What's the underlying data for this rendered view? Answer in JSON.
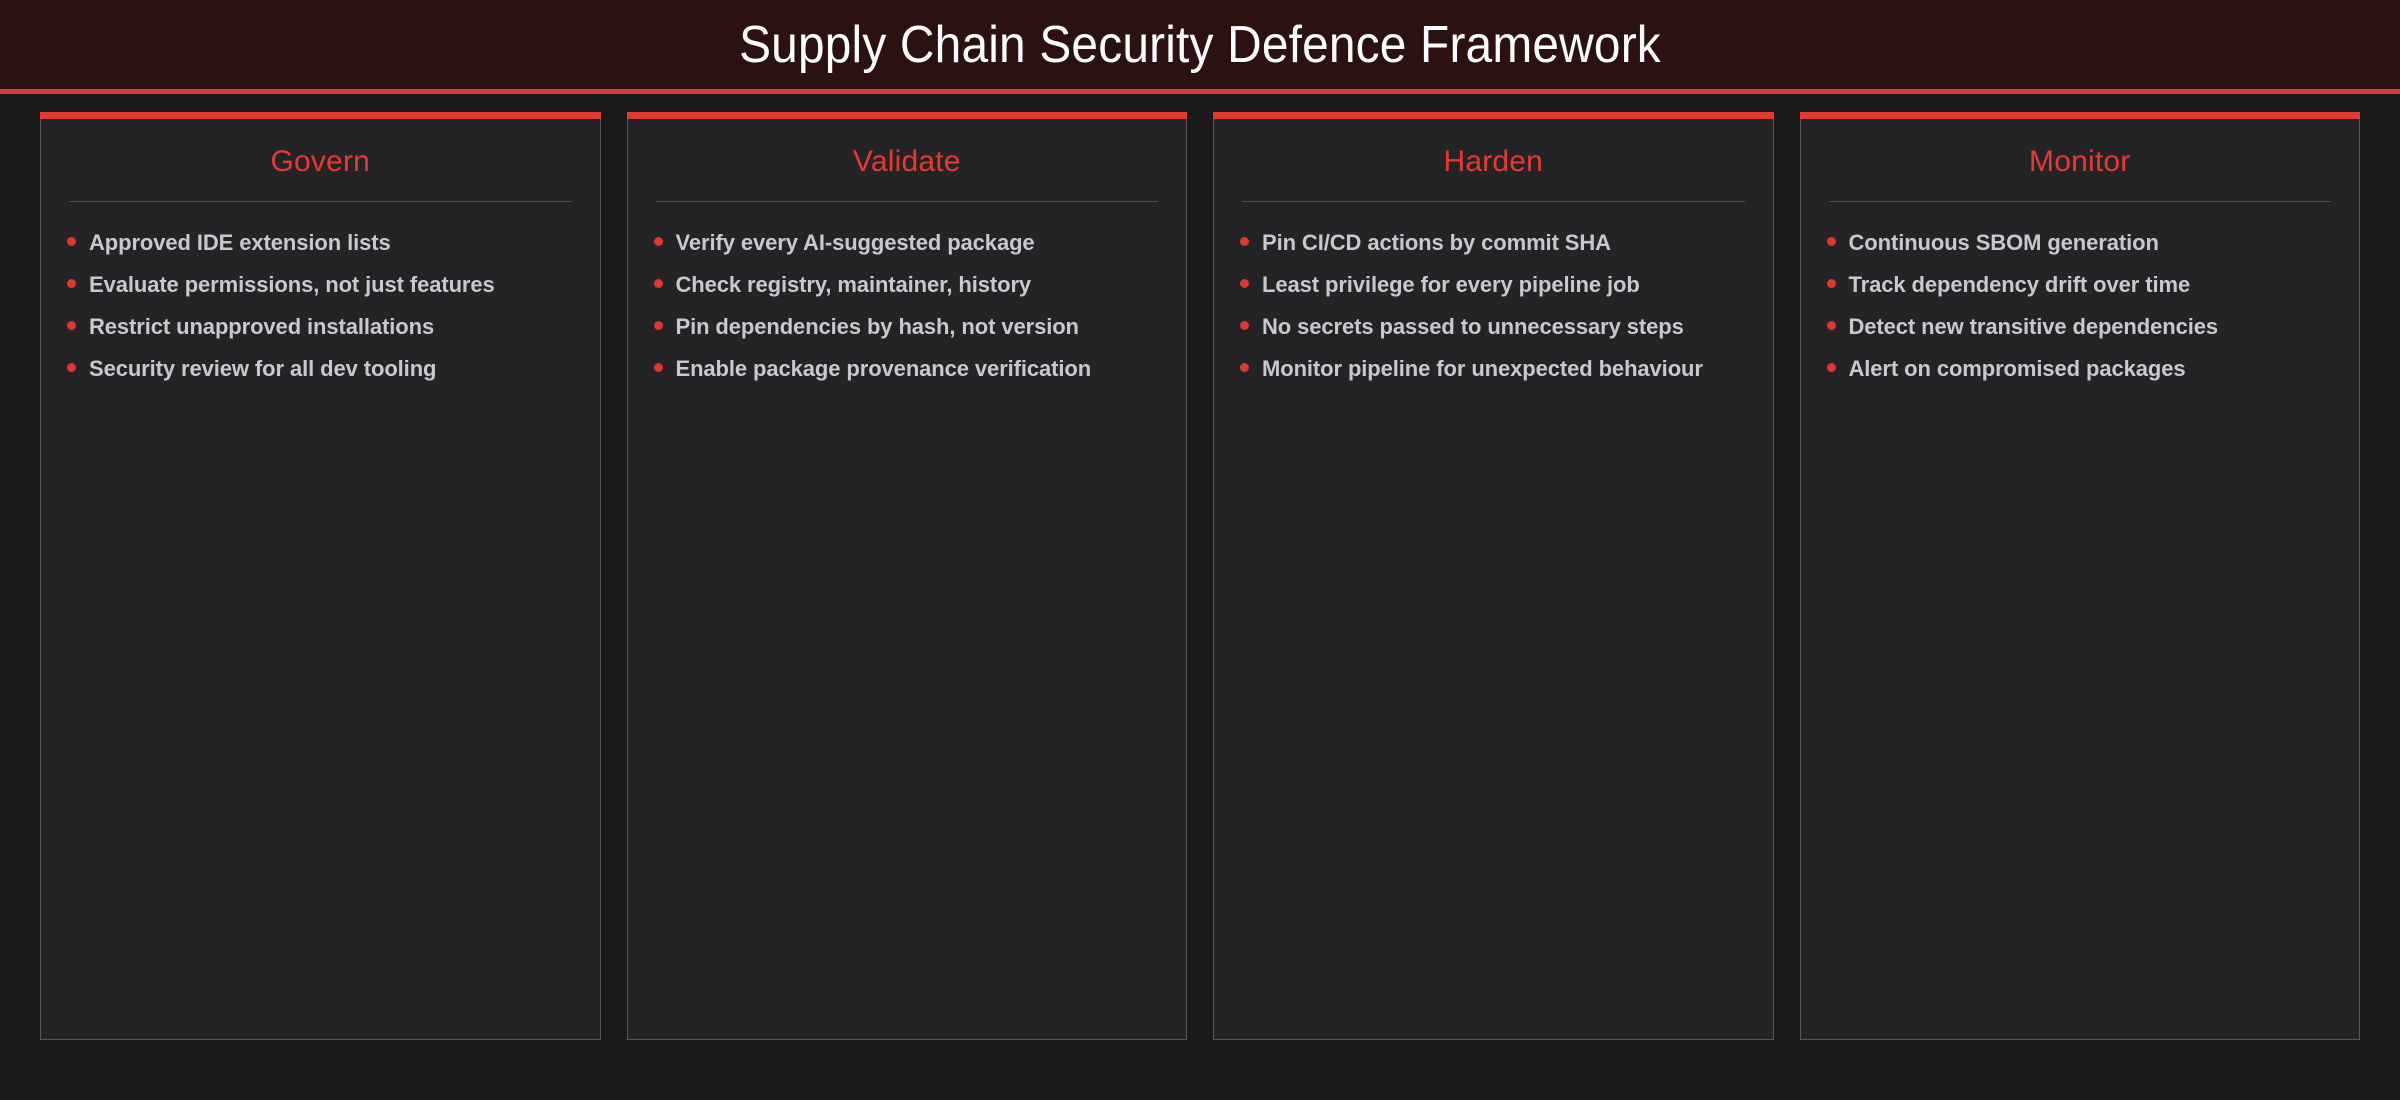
{
  "header": {
    "title": "Supply Chain Security Defence Framework",
    "band_color": "#2b1211",
    "rule_color": "#e03a32",
    "title_color": "#ffffff"
  },
  "theme": {
    "page_background": "#1a1a1a",
    "card_background": "#242427",
    "card_border": "#57575b",
    "accent_red": "#e03a32",
    "title_red": "#e8392f",
    "body_text": "#c9c9cd",
    "divider": "#4e4e52"
  },
  "cards": [
    {
      "title": "Govern",
      "items": [
        "Approved IDE extension lists",
        "Evaluate permissions, not just features",
        "Restrict unapproved installations",
        "Security review for all dev tooling"
      ]
    },
    {
      "title": "Validate",
      "items": [
        "Verify every AI-suggested package",
        "Check registry, maintainer, history",
        "Pin dependencies by hash, not version",
        "Enable package provenance verification"
      ]
    },
    {
      "title": "Harden",
      "items": [
        "Pin CI/CD actions by commit SHA",
        "Least privilege for every pipeline job",
        "No secrets passed to unnecessary steps",
        "Monitor pipeline for unexpected behaviour"
      ]
    },
    {
      "title": "Monitor",
      "items": [
        "Continuous SBOM generation",
        "Track dependency drift over time",
        "Detect new transitive dependencies",
        "Alert on compromised packages"
      ]
    }
  ]
}
